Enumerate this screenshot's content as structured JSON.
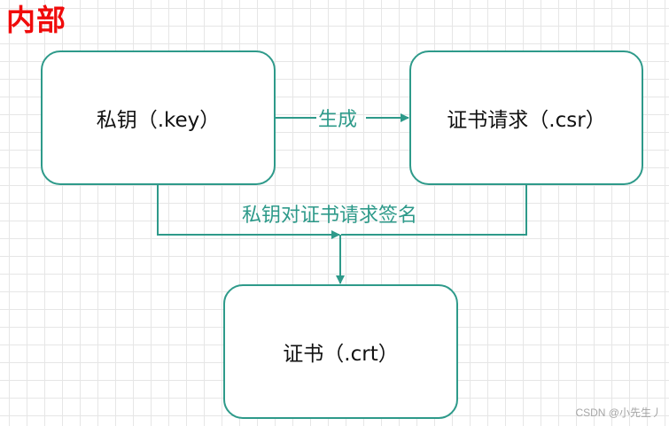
{
  "title": "内部",
  "nodes": {
    "private_key": "私钥（.key）",
    "csr": "证书请求（.csr）",
    "certificate": "证书（.crt）"
  },
  "edges": {
    "generate": "生成",
    "sign": "私钥对证书请求签名"
  },
  "watermark": "CSDN @小先生丿",
  "colors": {
    "title": "#f00b0b",
    "stroke": "#2e9a8a"
  }
}
